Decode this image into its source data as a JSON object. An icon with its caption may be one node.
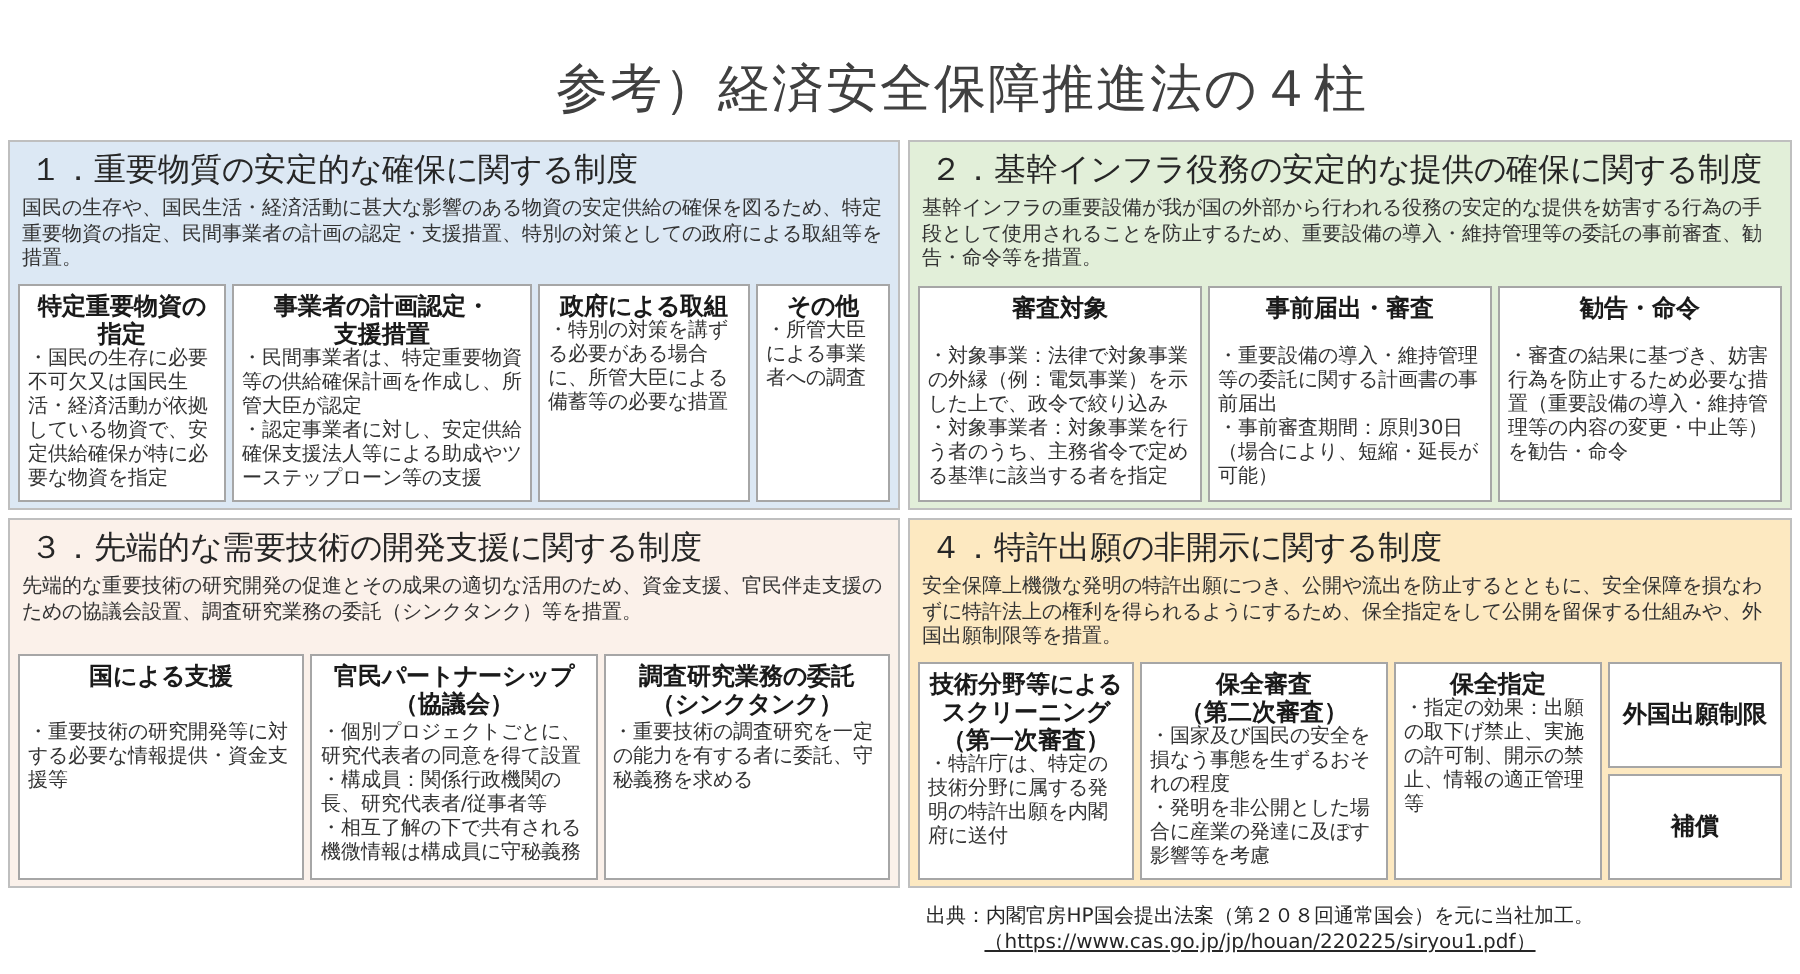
{
  "diagram": {
    "title": "参考）経済安全保障推進法の４柱",
    "nodes": [
      {
        "text": [
          "１．重要物質の安定的な確保に関する制度",
          "国民の生存や、国民生活・経済活動に甚大な影響のある物資の安定供給の確保を図るため、特定重要物資の指定、民間事業者の計画の認定・支援措置、特別の対策としての政府による取組等を措置。"
        ]
      },
      {
        "text": [
          "特定重要物資の指定",
          "・国民の生存に必要不可欠又は国民生活・経済活動が依拠している物資で、安定供給確保が特に必要な物資を指定"
        ],
        "in": 0
      },
      {
        "text": [
          "事業者の計画認定・支援措置",
          "・民間事業者は、特定重要物資等の供給確保計画を作成し、所管大臣が認定",
          "・認定事業者に対し、安定供給確保支援法人等による助成やツーステップローン等の支援"
        ],
        "in": 0
      },
      {
        "text": [
          "政府による取組",
          "・特別の対策を講ずる必要がある場合に、所管大臣による備蓄等の必要な措置"
        ],
        "in": 0
      },
      {
        "text": [
          "その他",
          "・所管大臣による事業者への調査"
        ],
        "in": 0
      },
      {
        "text": [
          "２．基幹インフラ役務の安定的な提供の確保に関する制度",
          "基幹インフラの重要設備が我が国の外部から行われる役務の安定的な提供を妨害する行為の手段として使用されることを防止するため、重要設備の導入・維持管理等の委託の事前審査、勧告・命令等を措置。"
        ]
      },
      {
        "text": [
          "審査対象",
          "・対象事業：法律で対象事業の外縁（例：電気事業）を示した上で、政令で絞り込み",
          "・対象事業者：対象事業を行う者のうち、主務省令で定める基準に該当する者を指定"
        ],
        "in": 5
      },
      {
        "text": [
          "事前届出・審査",
          "・重要設備の導入・維持管理等の委託に関する計画書の事前届出",
          "・事前審査期間：原則30日（場合により、短縮・延長が可能）"
        ],
        "in": 5
      },
      {
        "text": [
          "勧告・命令",
          "・審査の結果に基づき、妨害行為を防止するため必要な措置（重要設備の導入・維持管理等の内容の変更・中止等）を勧告・命令"
        ],
        "in": 5
      },
      {
        "text": [
          "３．先端的な需要技術の開発支援に関する制度",
          "先端的な重要技術の研究開発の促進とその成果の適切な活用のため、資金支援、官民伴走支援のための協議会設置、調査研究業務の委託（シンクタンク）等を措置。"
        ]
      },
      {
        "text": [
          "国による支援",
          "・重要技術の研究開発等に対する必要な情報提供・資金支援等"
        ],
        "in": 9
      },
      {
        "text": [
          "官民パートナーシップ（協議会）",
          "・個別プロジェクトごとに、研究代表者の同意を得て設置",
          "・構成員：関係行政機関の長、研究代表者/従事者等",
          "・相互了解の下で共有される機微情報は構成員に守秘義務"
        ],
        "in": 9
      },
      {
        "text": [
          "調査研究業務の委託（シンクタンク）",
          "・重要技術の調査研究を一定の能力を有する者に委託、守秘義務を求める"
        ],
        "in": 9
      },
      {
        "text": [
          "４．特許出願の非開示に関する制度",
          "安全保障上機微な発明の特許出願につき、公開や流出を防止するとともに、安全保障を損なわずに特許法上の権利を得られるようにするため、保全指定をして公開を留保する仕組みや、外国出願制限等を措置。"
        ]
      },
      {
        "text": [
          "技術分野等によるスクリーニング（第一次審査）",
          "・特許庁は、特定の技術分野に属する発明の特許出願を内閣府に送付"
        ],
        "in": 13
      },
      {
        "text": [
          "保全審査（第二次審査）",
          "・国家及び国民の安全を損なう事態を生ずるおそれの程度",
          "・発明を非公開とした場合に産業の発達に及ぼす影響等を考慮"
        ],
        "in": 13
      },
      {
        "text": [
          "保全指定",
          "・指定の効果：出願の取下げ禁止、実施の許可制、開示の禁止、情報の適正管理等"
        ],
        "in": 13
      },
      {
        "text": [
          "外国出願制限"
        ],
        "in": 13
      },
      {
        "text": [
          "補償"
        ],
        "in": 13
      }
    ],
    "labels": [
      "出典：内閣官房HP国会提出法案（第２０８回通常国会）を元に当社加工。",
      "（https://www.cas.go.jp/jp/houan/220225/siryou1.pdf）"
    ]
  }
}
